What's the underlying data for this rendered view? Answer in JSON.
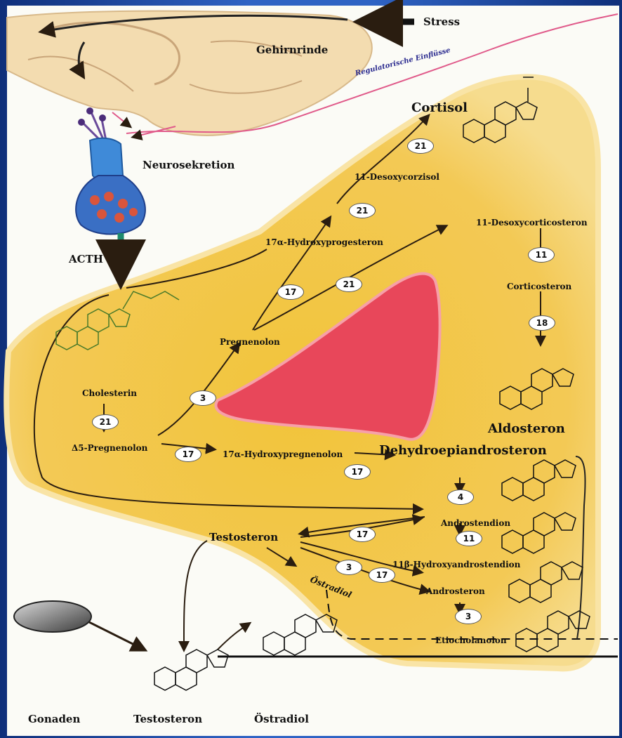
{
  "labels": {
    "stress": "Stress",
    "gehirnrinde": "Gehirnrinde",
    "regulatorisch": "Regulatorische Einflüsse",
    "cortisol": "Cortisol",
    "neurosekretion": "Neurosekretion",
    "desoxycorzisol": "11-Desoxycorzisol",
    "desoxycorticosteron": "11-Desoxycorticosteron",
    "hydroxyprogesteron": "17α-Hydroxyprogesteron",
    "acth": "ACTH",
    "corticosteron": "Corticosteron",
    "pregnenolon": "Pregnenolon",
    "cholesterin": "Cholesterin",
    "d5pregnenolon": "Δ5-Pregnenolon",
    "hydroxypregnenolon": "17α-Hydroxypregnenolon",
    "aldosteron": "Aldosteron",
    "dhea": "Dehydroepiandrosteron",
    "androstendion": "Androstendion",
    "testosteron_mid": "Testosteron",
    "hydroxyandrostendion": "11β-Hydroxyandrostendion",
    "ostradiol_diag": "Östradiol",
    "androsteron": "Androsteron",
    "etiocholanolon": "Etiocholanolon",
    "gonaden": "Gonaden",
    "testosteron_bottom": "Testosteron",
    "ostradiol_bottom": "Östradiol"
  },
  "enzymes": {
    "e_cortisol_21": "21",
    "e_desoxy_21": "21",
    "e_prog_17": "17",
    "e_prog_21": "21",
    "e_cortico_11": "11",
    "e_aldo_18": "18",
    "e_preg_3": "3",
    "e_chol_21": "21",
    "e_d5_17": "17",
    "e_hp_17": "17",
    "e_dhea_4": "4",
    "e_test_17": "17",
    "e_andro_11": "11",
    "e_test_3": "3",
    "e_test_17b": "17",
    "e_androsteron_3": "3"
  },
  "colors": {
    "gland": "#f0c24a",
    "gland_edge": "#f7dc88",
    "medulla": "#e8475a",
    "brain": "#f3dcb0",
    "arrow": "#3a2a1a",
    "acth_arrow": "#1e8a6e",
    "regulatory_line": "#e05a8a"
  }
}
